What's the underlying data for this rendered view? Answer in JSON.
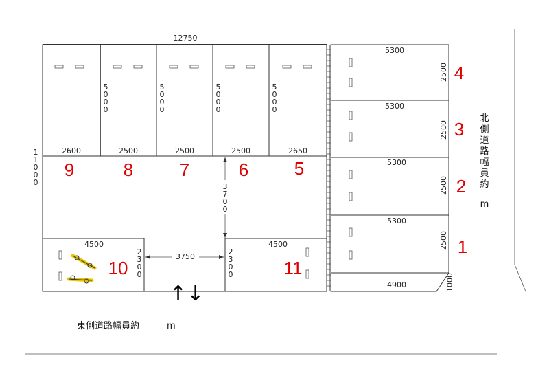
{
  "dims": {
    "top_width": "12750",
    "left_depth": [
      "1",
      "1",
      "0",
      "0",
      "0"
    ],
    "bay_depth": [
      "5",
      "0",
      "0",
      "0"
    ],
    "bay_widths": [
      "2600",
      "2500",
      "2500",
      "2500",
      "2650"
    ],
    "aisle": [
      "3",
      "7",
      "0",
      "0"
    ],
    "right_bay_width": "5300",
    "right_bay_depth": "2500",
    "bottom_right_width": "4900",
    "bottom_right_depth": "1000",
    "lower_bay_width": "4500",
    "lower_bay_depth": [
      "2",
      "3",
      "0",
      "0"
    ],
    "gap_width": "3750"
  },
  "spaces": {
    "top": [
      "9",
      "8",
      "7",
      "6",
      "5"
    ],
    "right": [
      "4",
      "3",
      "2",
      "1"
    ],
    "bottom_left": "10",
    "bottom_right": "11"
  },
  "roads": {
    "north": [
      "北",
      "側",
      "道",
      "路",
      "幅",
      "員",
      "約"
    ],
    "north_unit": "m",
    "east": "東側道路幅員約",
    "east_unit": "m"
  },
  "entrance_arrow": "↑↓",
  "colors": {
    "label": "#e00000",
    "line": "#333333",
    "bike": "#e8c400"
  }
}
